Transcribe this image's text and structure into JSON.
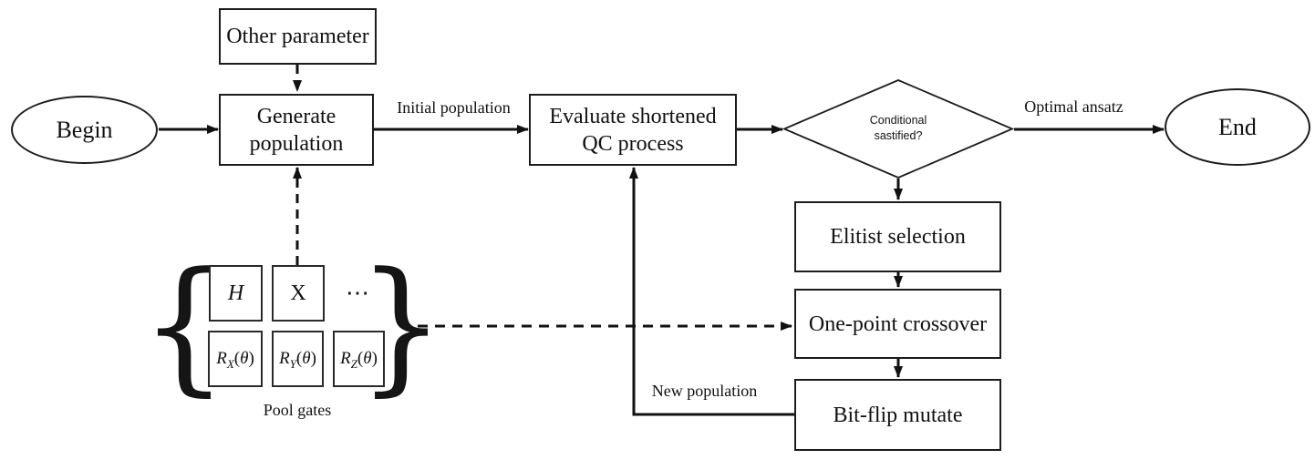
{
  "diagram": {
    "nodes": {
      "begin": "Begin",
      "end": "End",
      "other_parameter": "Other parameter",
      "generate_population": {
        "line1": "Generate",
        "line2": "population"
      },
      "evaluate_qc": {
        "line1": "Evaluate shortened",
        "line2": "QC process"
      },
      "conditional": {
        "line1": "Conditional",
        "line2": "sastified?"
      },
      "elitist_selection": "Elitist selection",
      "one_point_crossover": "One-point crossover",
      "bit_flip_mutate": "Bit-flip mutate"
    },
    "edge_labels": {
      "initial_population": "Initial population",
      "optimal_ansatz": "Optimal ansatz",
      "new_population": "New population"
    },
    "pool": {
      "caption": "Pool gates",
      "gate_h": "H",
      "gate_x": "X",
      "dots": "⋯",
      "brace_left": "{",
      "brace_right": "}",
      "rotation_gates": [
        {
          "base": "R",
          "sub": "X",
          "open": "(",
          "arg": "θ",
          "close": ")"
        },
        {
          "base": "R",
          "sub": "Y",
          "open": "(",
          "arg": "θ",
          "close": ")"
        },
        {
          "base": "R",
          "sub": "Z",
          "open": "(",
          "arg": "θ",
          "close": ")"
        }
      ]
    },
    "colors": {
      "ink": "#111111",
      "paper": "#ffffff"
    }
  }
}
